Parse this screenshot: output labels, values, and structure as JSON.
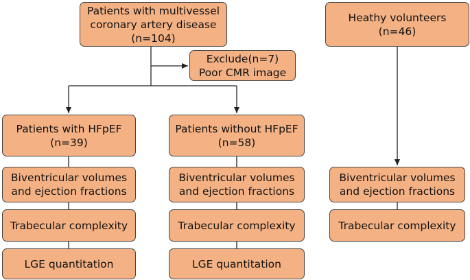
{
  "colors": {
    "box_fill": "#F4B183",
    "box_border": "#444444",
    "connector": "#222222"
  },
  "nodes": {
    "patients_mvd": "Patients with multivessel\ncoronary artery disease\n(n=104)",
    "exclude": "Exclude(n=7)\nPoor CMR image",
    "healthy": "Heathy volunteers\n(n=46)",
    "hfpef": "Patients with HFpEF\n(n=39)",
    "no_hfpef": "Patients without HFpEF\n(n=58)",
    "hfpef_volumes": "Biventricular volumes\nand ejection fractions",
    "hfpef_trabecular": "Trabecular complexity",
    "hfpef_lge": "LGE quantitation",
    "no_hfpef_volumes": "Biventricular volumes\nand ejection fractions",
    "no_hfpef_trabecular": "Trabecular complexity",
    "no_hfpef_lge": "LGE quantitation",
    "healthy_volumes": "Biventricular volumes\nand ejection fractions",
    "healthy_trabecular": "Trabecular complexity"
  }
}
